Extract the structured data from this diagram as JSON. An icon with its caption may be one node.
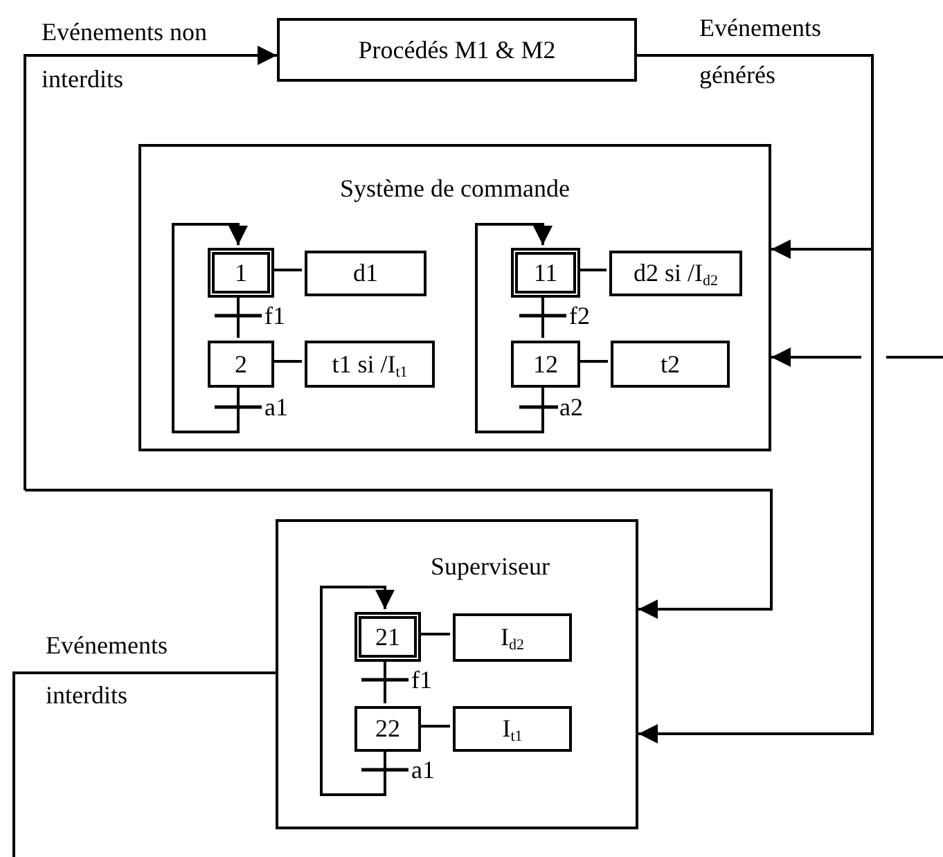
{
  "diagram": {
    "nodes": [
      {
        "text": [
          "Procédés M1 & M2"
        ]
      },
      {
        "text": [
          "Système de commande"
        ]
      },
      {
        "text": [
          "1"
        ],
        "in": 1
      },
      {
        "text": [
          "d1"
        ],
        "in": 1
      },
      {
        "text": [
          "2"
        ],
        "in": 1
      },
      {
        "text": [
          "t1 si /I$_{t1}$"
        ],
        "in": 1
      },
      {
        "text": [
          "11"
        ],
        "in": 1
      },
      {
        "text": [
          "d2 si /I$_{d2}$"
        ],
        "in": 1
      },
      {
        "text": [
          "12"
        ],
        "in": 1
      },
      {
        "text": [
          "t2"
        ],
        "in": 1
      },
      {
        "text": [
          "Superviseur"
        ]
      },
      {
        "text": [
          "21"
        ],
        "in": 10
      },
      {
        "text": [
          "I$_{d2}$"
        ],
        "in": 10
      },
      {
        "text": [
          "22"
        ],
        "in": 10
      },
      {
        "text": [
          "I$_{t1}$"
        ],
        "in": 10
      }
    ],
    "edges": [
      {
        "from": 2,
        "to": 4,
        "arrow": "none",
        "label": "f1"
      },
      {
        "from": 4,
        "to": 2,
        "arrow": "to",
        "label": "a1"
      },
      {
        "from": 2,
        "to": 3,
        "arrow": "none"
      },
      {
        "from": 4,
        "to": 5,
        "arrow": "none"
      },
      {
        "from": 6,
        "to": 8,
        "arrow": "none",
        "label": "f2"
      },
      {
        "from": 8,
        "to": 6,
        "arrow": "to",
        "label": "a2"
      },
      {
        "from": 6,
        "to": 7,
        "arrow": "none"
      },
      {
        "from": 8,
        "to": 9,
        "arrow": "none"
      },
      {
        "from": 11,
        "to": 13,
        "arrow": "none",
        "label": "f1"
      },
      {
        "from": 13,
        "to": 11,
        "arrow": "to",
        "label": "a1"
      },
      {
        "from": 11,
        "to": 12,
        "arrow": "none"
      },
      {
        "from": 13,
        "to": 14,
        "arrow": "none"
      },
      {
        "from": null,
        "to": 0,
        "arrow": "to"
      },
      {
        "from": null,
        "to": 10,
        "arrow": "to"
      },
      {
        "from": 0,
        "to": 1,
        "arrow": "to"
      },
      {
        "from": 0,
        "to": 10,
        "arrow": "to"
      },
      {
        "from": null,
        "to": 1,
        "arrow": "to"
      },
      {
        "from": 10,
        "to": null,
        "arrow": "none"
      }
    ],
    "labels": [
      "Evénements non interdits",
      "Evénements générés",
      "Evénements interdits"
    ]
  }
}
